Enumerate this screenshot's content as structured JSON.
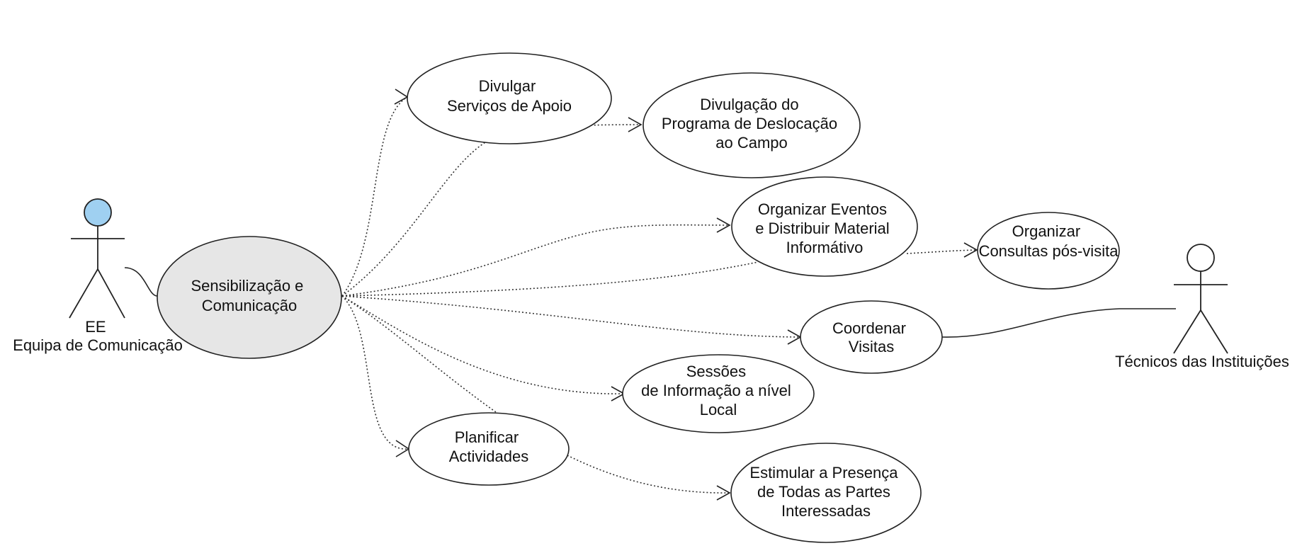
{
  "colors": {
    "actor_head_accent": "#9fd0f1",
    "main_use_case_fill": "#e6e6e6"
  },
  "actors": {
    "left": {
      "lines": [
        "EE",
        "Equipa de Comunicação"
      ]
    },
    "right": {
      "lines": [
        "Técnicos das Instituições"
      ]
    }
  },
  "main_use_case": {
    "lines": [
      "Sensibilização e",
      "Comunicação"
    ]
  },
  "use_cases": {
    "divulgar_servicos": {
      "lines": [
        "Divulgar",
        "Serviços de Apoio"
      ]
    },
    "divulgacao_programa": {
      "lines": [
        "Divulgação do",
        "Programa de Deslocação",
        "ao Campo"
      ]
    },
    "organizar_eventos": {
      "lines": [
        "Organizar Eventos",
        "e Distribuir Material",
        "Informátivo"
      ]
    },
    "organizar_consultas": {
      "lines": [
        "Organizar",
        "Consultas pós-visita"
      ]
    },
    "coordenar_visitas": {
      "lines": [
        "Coordenar",
        "Visitas"
      ]
    },
    "sessoes_informacao": {
      "lines": [
        "Sessões",
        "de Informação a nível",
        "Local"
      ]
    },
    "planificar_actividades": {
      "lines": [
        "Planificar",
        "Actividades"
      ]
    },
    "estimular_presenca": {
      "lines": [
        "Estimular a Presença",
        "de Todas as Partes",
        "Interessadas"
      ]
    }
  }
}
